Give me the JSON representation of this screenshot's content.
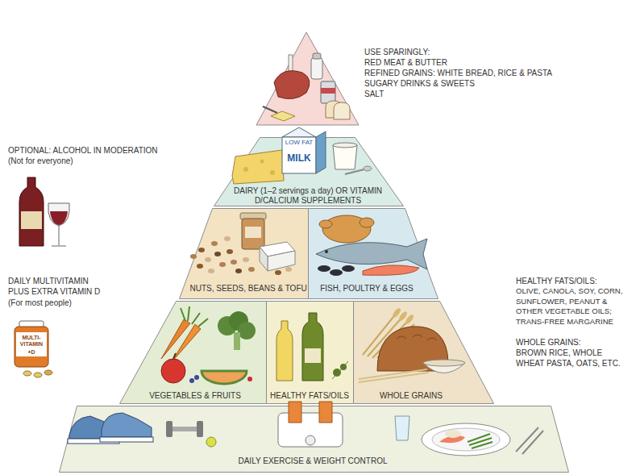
{
  "diagram": {
    "nodes": [
      {
        "text": [
          "DAIRY (1–2 servings a day) OR VITAMIN D/CALCIUM SUPPLEMENTS"
        ]
      },
      {
        "text": [
          "NUTS, SEEDS, BEANS & TOFU"
        ]
      },
      {
        "text": [
          "FISH, POULTRY & EGGS"
        ]
      },
      {
        "text": [
          "VEGETABLES & FRUITS"
        ]
      },
      {
        "text": [
          "HEALTHY FATS/OILS"
        ]
      },
      {
        "text": [
          "WHOLE GRAINS"
        ]
      },
      {
        "text": [
          "DAILY EXERCISE & WEIGHT CONTROL"
        ]
      }
    ],
    "labels": [
      "USE SPARINGLY:",
      "RED MEAT & BUTTER",
      "REFINED GRAINS: WHITE BREAD, RICE & PASTA",
      "SUGARY DRINKS & SWEETS",
      "SALT",
      "OPTIONAL: ALCOHOL IN MODERATION",
      "(Not for everyone)",
      "DAILY MULTIVITAMIN PLUS EXTRA VITAMIN D",
      "(For most people)",
      "HEALTHY FATS/OILS:",
      "OLIVE, CANOLA, SOY, CORN, SUNFLOWER, PEANUT & OTHER VEGETABLE OILS; TRANS-FREE MARGARINE",
      "WHOLE GRAINS:",
      "BROWN RICE, WHOLE WHEAT PASTA, OATS, ETC.",
      "LOW FAT",
      "MILK",
      "MULTI- VITAMIN",
      "+D"
    ]
  }
}
